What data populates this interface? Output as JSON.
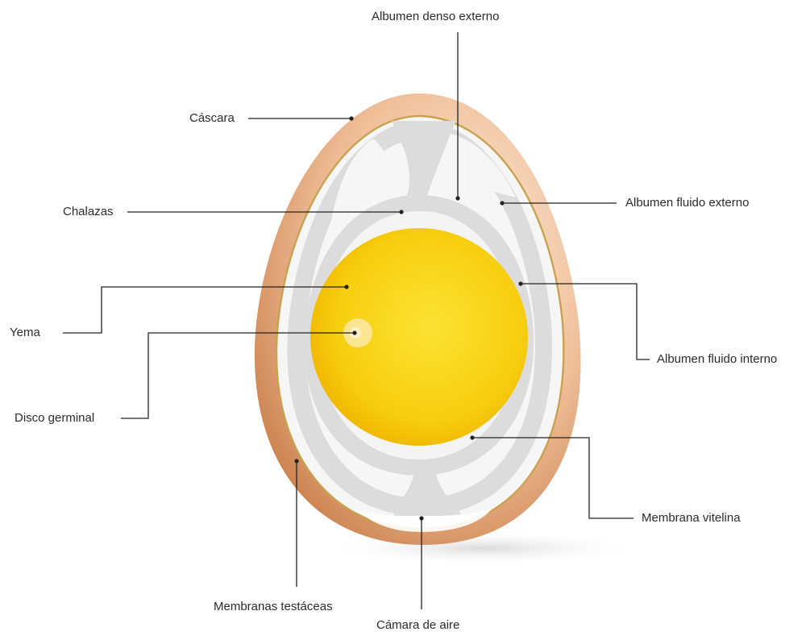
{
  "colors": {
    "shell": "#d98f5c",
    "shell_light": "#f1cba8",
    "membrane": "#c8a250",
    "albumen_outer": "#f6f6f6",
    "albumen_dense": "#dddddd",
    "yolk": "#f6c400",
    "yolk_center": "#fbe233",
    "germinal_disc": "#fbe9a8",
    "leader": "#222222"
  },
  "labels": {
    "albumen_denso_externo": "Albumen denso externo",
    "cascara": "Cáscara",
    "albumen_fluido_externo": "Albumen fluido externo",
    "chalazas": "Chalazas",
    "yema": "Yema",
    "albumen_fluido_interno": "Albumen fluido interno",
    "disco_germinal": "Disco germinal",
    "membrana_vitelina": "Membrana vitelina",
    "membranas_testaceas": "Membranas testáceas",
    "camara_de_aire": "Cámara de aire"
  }
}
